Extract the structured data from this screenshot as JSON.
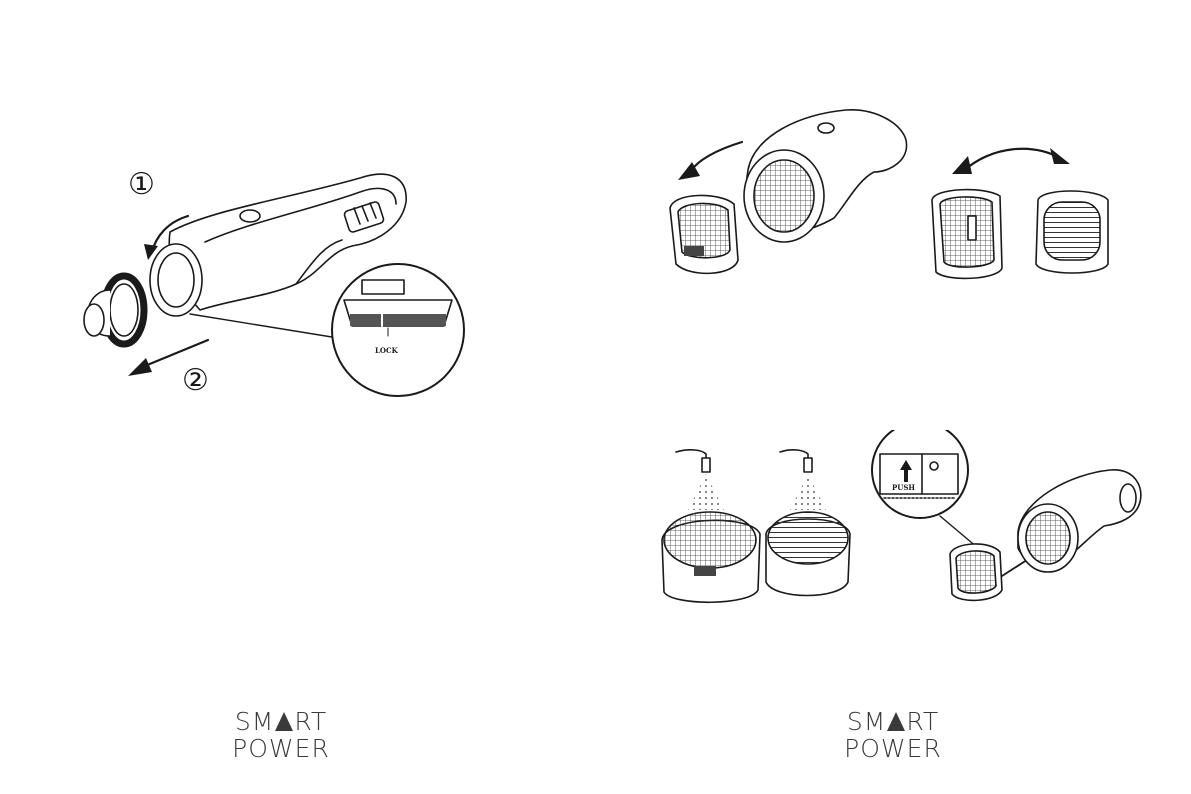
{
  "step_one_marker": "①",
  "step_two_marker": "②",
  "lock_label": "LOCK",
  "push_label": "PUSH",
  "logo_left": {
    "line1_pre": "SM",
    "line1_post": "RT",
    "line2": "POWER"
  },
  "logo_right": {
    "line1_pre": "SM",
    "line1_post": "RT",
    "line2": "POWER"
  }
}
